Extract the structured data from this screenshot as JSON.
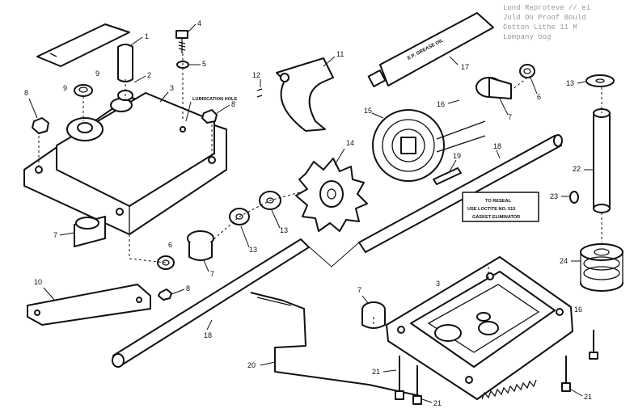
{
  "corner_text": [
    "Lond Reproteve // ei",
    "Juld On Proof Bould",
    "Cotton Lithe 11 M",
    "Lompany oog"
  ],
  "tube_label": "E.P. GREASE OIL",
  "lubrication_label": "LUBRICATION HOLE",
  "seal_note": [
    "TO RESEAL",
    "USE LOCTITE NO. 515",
    "GASKET ELIMINATOR"
  ],
  "callouts": {
    "c1": "1",
    "c2": "2",
    "c3": "3",
    "c3b": "3",
    "c4": "4",
    "c5": "5",
    "c6a": "6",
    "c6b": "6",
    "c7a": "7",
    "c7b": "7",
    "c7c": "7",
    "c7d": "7",
    "c8a": "8",
    "c8b": "8",
    "c8c": "8",
    "c9a": "9",
    "c9b": "9",
    "c10": "10",
    "c11": "11",
    "c12": "12",
    "c13a": "13",
    "c13b": "13",
    "c13c": "13",
    "c14": "14",
    "c15": "15",
    "c16a": "16",
    "c16b": "16",
    "c17": "17",
    "c18a": "18",
    "c18b": "18",
    "c19": "19",
    "c20": "20",
    "c21a": "21",
    "c21b": "21",
    "c21c": "21",
    "c22": "22",
    "c23": "23",
    "c24": "24"
  }
}
